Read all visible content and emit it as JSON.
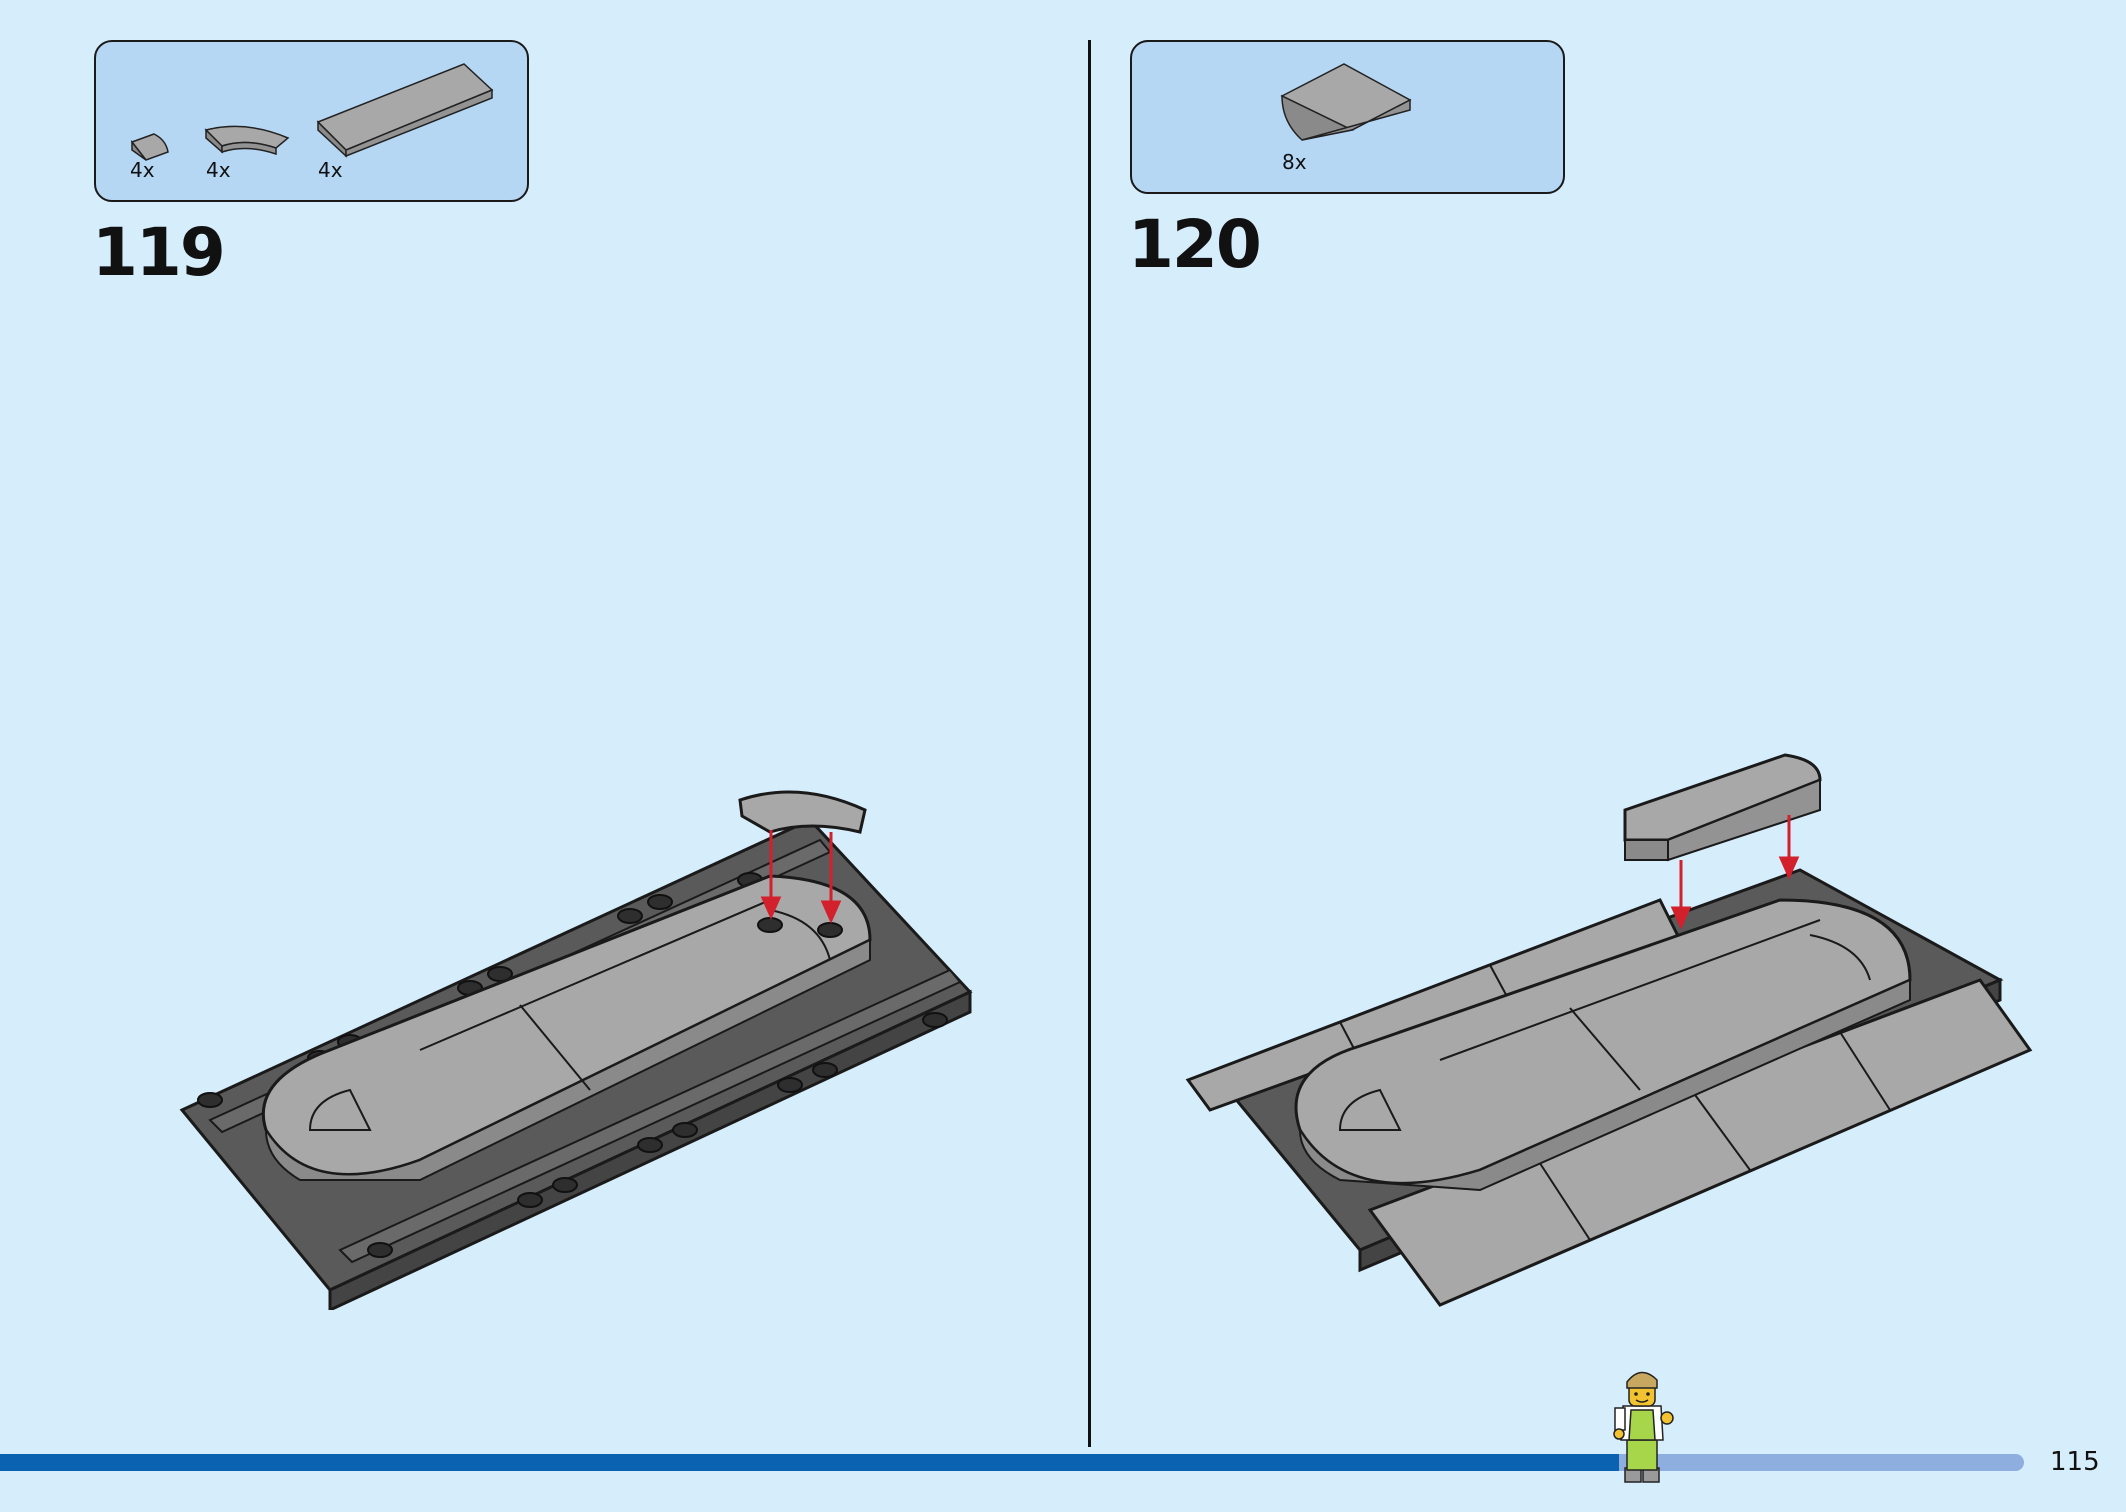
{
  "page": {
    "number": "115"
  },
  "progress": {
    "fraction": 0.8
  },
  "steps": [
    {
      "number": "119",
      "parts": [
        {
          "name": "quarter-round-tile",
          "qty": "4x"
        },
        {
          "name": "curved-tile",
          "qty": "4x"
        },
        {
          "name": "long-flat-tile",
          "qty": "4x"
        }
      ]
    },
    {
      "number": "120",
      "parts": [
        {
          "name": "curved-slope",
          "qty": "8x"
        }
      ]
    }
  ],
  "colors": {
    "background": "#d6edfb",
    "parts_box": "#b5d7f4",
    "progress_fill": "#0a62b0",
    "progress_track": "#8eaee0",
    "arrow": "#d2202c",
    "dark_gray": "#5a5a5a",
    "light_gray": "#a8a8a8"
  }
}
